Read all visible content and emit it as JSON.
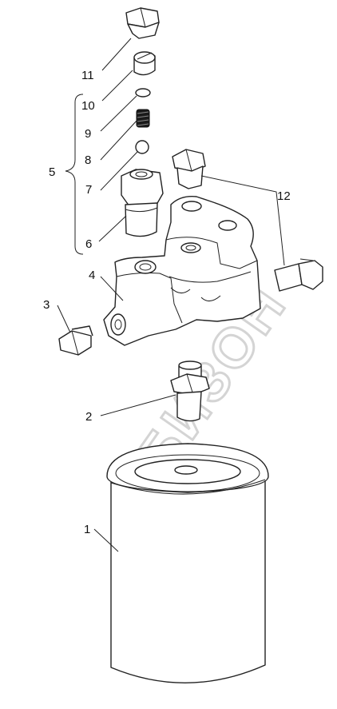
{
  "watermark": {
    "text": "БИЗОН"
  },
  "callouts": [
    "1",
    "2",
    "3",
    "4",
    "5",
    "6",
    "7",
    "8",
    "9",
    "10",
    "11",
    "12"
  ],
  "caption": {
    "text": ""
  }
}
